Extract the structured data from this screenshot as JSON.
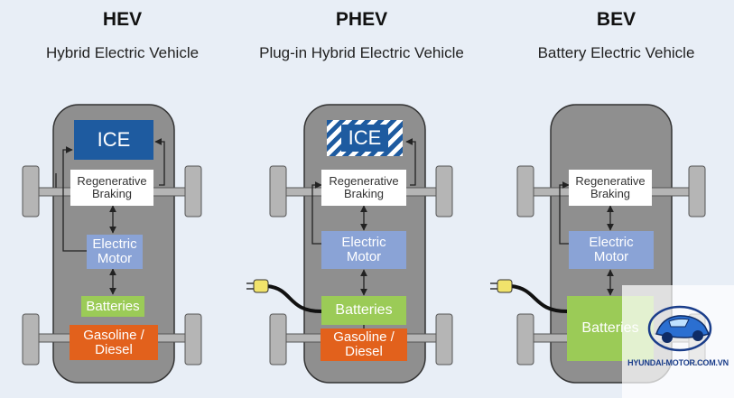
{
  "columns": [
    {
      "title": "HEV",
      "subtitle": "Hybrid Electric Vehicle"
    },
    {
      "title": "PHEV",
      "subtitle": "Plug-in Hybrid Electric Vehicle"
    },
    {
      "title": "BEV",
      "subtitle": "Battery Electric Vehicle"
    }
  ],
  "labels": {
    "ice": "ICE",
    "regen_line1": "Regenerative",
    "regen_line2": "Braking",
    "motor_line1": "Electric",
    "motor_line2": "Motor",
    "batteries": "Batteries",
    "gas_line1": "Gasoline /",
    "gas_line2": "Diesel"
  },
  "watermark": {
    "text": "HYUNDAI-MOTOR.COM.VN"
  },
  "colors": {
    "ice": "#1e5ba0",
    "motor": "#8aa3d6",
    "batteries": "#9bcb57",
    "gasoline": "#e2611c",
    "body": "#8f8f8f"
  }
}
